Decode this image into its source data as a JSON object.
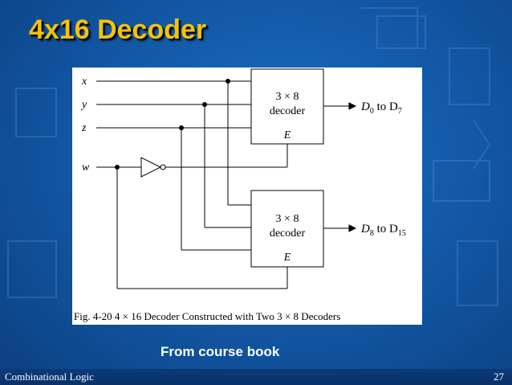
{
  "slide": {
    "title": "4x16 Decoder",
    "source_note": "From course book",
    "footer_left": "Combinational Logic",
    "page_number": "27"
  },
  "figure": {
    "inputs": {
      "x": "x",
      "y": "y",
      "z": "z",
      "w": "w"
    },
    "decoder_top": {
      "line1": "3 × 8",
      "line2": "decoder",
      "enable": "E",
      "output_main": "D",
      "output_sub1": "0",
      "output_mid": " to D",
      "output_sub2": "7"
    },
    "decoder_bottom": {
      "line1": "3 × 8",
      "line2": "decoder",
      "enable": "E",
      "output_main": "D",
      "output_sub1": "8",
      "output_mid": " to D",
      "output_sub2": "15"
    },
    "caption": "Fig. 4-20  4 × 16 Decoder Constructed with Two 3 × 8 Decoders"
  },
  "colors": {
    "title": "#f5c400",
    "background": "#135aa8"
  }
}
